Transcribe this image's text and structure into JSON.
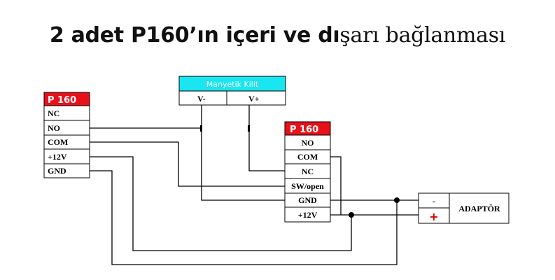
{
  "title": {
    "part_bold": "2 adet P160’ın içeri ve dı",
    "part_serif": "şarı bağlanması"
  },
  "left_unit": {
    "header": "P 160",
    "terminals": [
      "NC",
      "NO",
      "COM",
      "+12V",
      "GND"
    ]
  },
  "right_unit": {
    "header": "P 160",
    "terminals": [
      "NO",
      "COM",
      "NC",
      "SW/open",
      "GND",
      "+12V"
    ]
  },
  "lock": {
    "title": "Manyetik Kilit",
    "terminals": [
      "V-",
      "V+"
    ]
  },
  "adapter": {
    "minus": "-",
    "plus": "+",
    "label": "ADAPTÖR"
  },
  "colors": {
    "header_red": "#e8111a",
    "lock_cyan": "#19e6f0",
    "plus_red": "#e00000"
  }
}
